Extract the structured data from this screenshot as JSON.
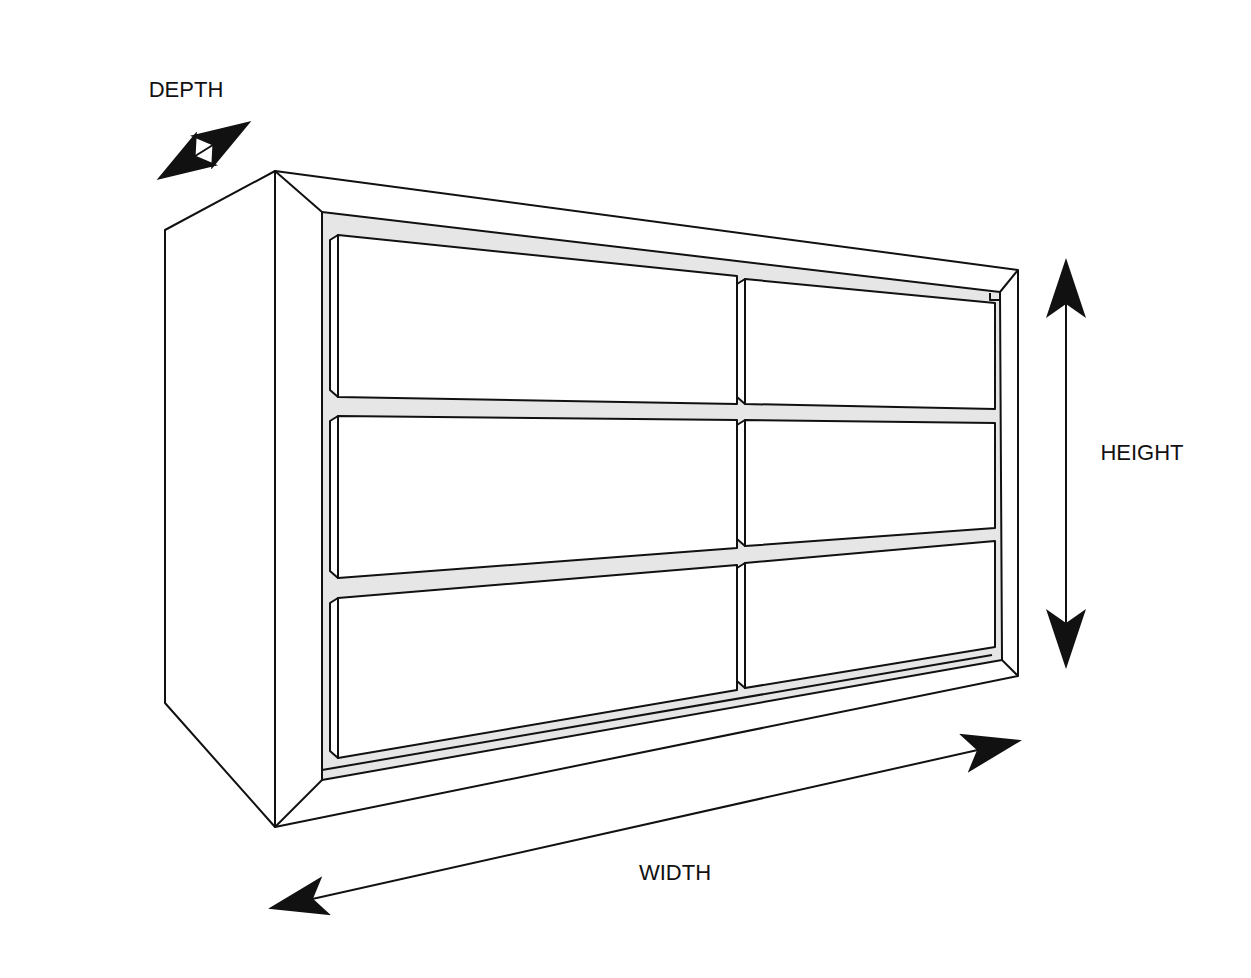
{
  "diagram": {
    "labels": [
      "DEPTH",
      "HEIGHT",
      "WIDTH"
    ]
  }
}
